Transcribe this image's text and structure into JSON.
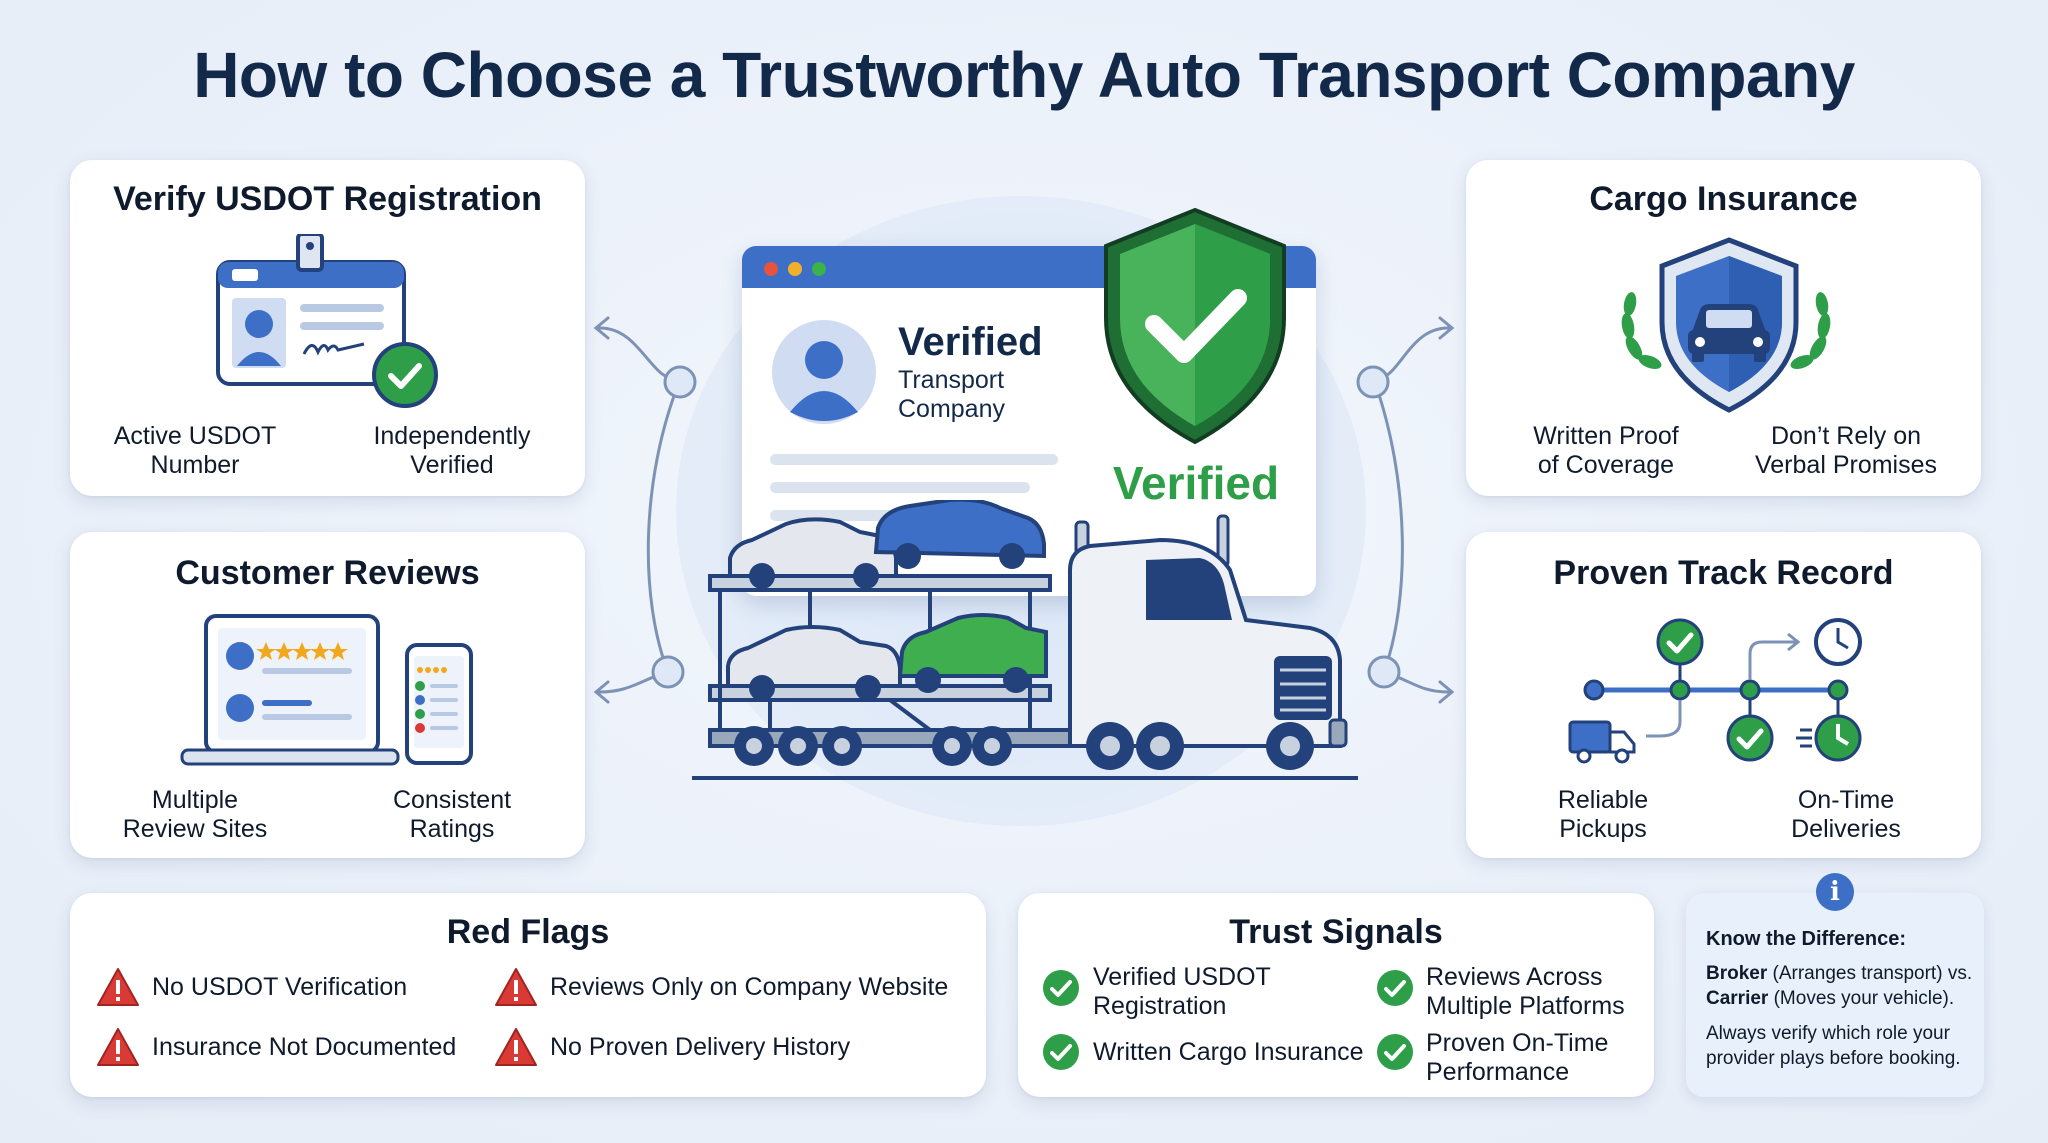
{
  "title": "How to Choose a Trustworthy Auto Transport Company",
  "usdot": {
    "title": "Verify USDOT Registration",
    "captions": [
      "Active USDOT\nNumber",
      "Independently\nVerified"
    ],
    "icons": [
      "id-badge-icon",
      "check-badge-icon"
    ]
  },
  "reviews": {
    "title": "Customer Reviews",
    "captions": [
      "Multiple\nReview Sites",
      "Consistent\nRatings"
    ],
    "icons": [
      "laptop-reviews-icon",
      "phone-reviews-icon"
    ]
  },
  "cargo": {
    "title": "Cargo Insurance",
    "captions": [
      "Written Proof\nof Coverage",
      "Don’t Rely on\nVerbal Promises"
    ],
    "icons": [
      "shield-car-icon",
      "laurel-icon"
    ]
  },
  "track": {
    "title": "Proven Track Record",
    "captions": [
      "Reliable\nPickups",
      "On-Time\nDeliveries"
    ],
    "icons": [
      "truck-icon",
      "clock-icon",
      "timeline-icon"
    ]
  },
  "center": {
    "verified_heading": "Verified",
    "verified_sub": "Transport\nCompany",
    "shield_label": "Verified",
    "icons": [
      "browser-window-icon",
      "user-avatar-icon",
      "green-shield-check-icon",
      "car-carrier-truck-icon"
    ]
  },
  "red_flags": {
    "title": "Red Flags",
    "items": [
      "No USDOT Verification",
      "Reviews Only on Company Website",
      "Insurance Not Documented",
      "No Proven Delivery History"
    ],
    "icon": "warning-triangle-icon"
  },
  "trust_signals": {
    "title": "Trust Signals",
    "items": [
      "Verified USDOT\nRegistration",
      "Reviews Across\nMultiple Platforms",
      "Written Cargo Insurance",
      "Proven On-Time\nPerformance"
    ],
    "icon": "green-check-icon"
  },
  "info": {
    "heading": "Know the Difference:",
    "broker_term": "Broker",
    "broker_desc": " (Arranges transport) vs.",
    "carrier_term": "Carrier",
    "carrier_desc": " (Moves your vehicle).",
    "note": "Always verify which role your provider plays before booking.",
    "icon": "info-icon"
  },
  "colors": {
    "navy": "#12294a",
    "blue": "#3d6fc7",
    "green": "#2e9e48",
    "red": "#d93a35",
    "star": "#f2a81d"
  }
}
